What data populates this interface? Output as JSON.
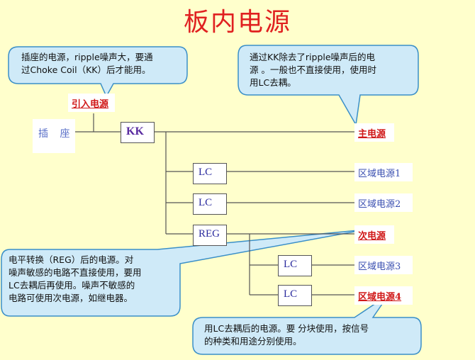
{
  "title": "板内电源",
  "nodes": {
    "socket": "插 座",
    "inlet": "引入电源",
    "kk": "KK",
    "main_power": "主电源",
    "lc1": "LC",
    "zone1": "区域电源1",
    "lc2": "LC",
    "zone2": "区域电源2",
    "reg": "REG",
    "secondary_power": "次电源",
    "lc3": "LC",
    "zone3": "区域电源3",
    "lc4": "LC",
    "zone4": "区域电源4"
  },
  "callouts": {
    "top_left": [
      "插座的电源，ripple噪声大，要通",
      "过Choke Coil（KK）后才能用。"
    ],
    "top_right": [
      "通过KK除去了ripple噪声后的电",
      "源 。一般也不直接使用，使用时",
      "用LC去耦。"
    ],
    "bottom_left": [
      "电平转换（REG）后的电源。对",
      "噪声敏感的电路不直接使用，要用",
      "LC去耦后再使用。噪声不敏感的",
      "电路可使用次电源，如继电器。"
    ],
    "bottom_right": [
      "用LC去耦后的电源。要 分块使用，按信号",
      "的种类和用途分别使用。"
    ]
  },
  "colors": {
    "background": "#ffffcc",
    "callout_fill": "#cfeaf8",
    "title": "#e02020",
    "emphasis": "#d01818",
    "label_blue": "#3a4fb0"
  }
}
